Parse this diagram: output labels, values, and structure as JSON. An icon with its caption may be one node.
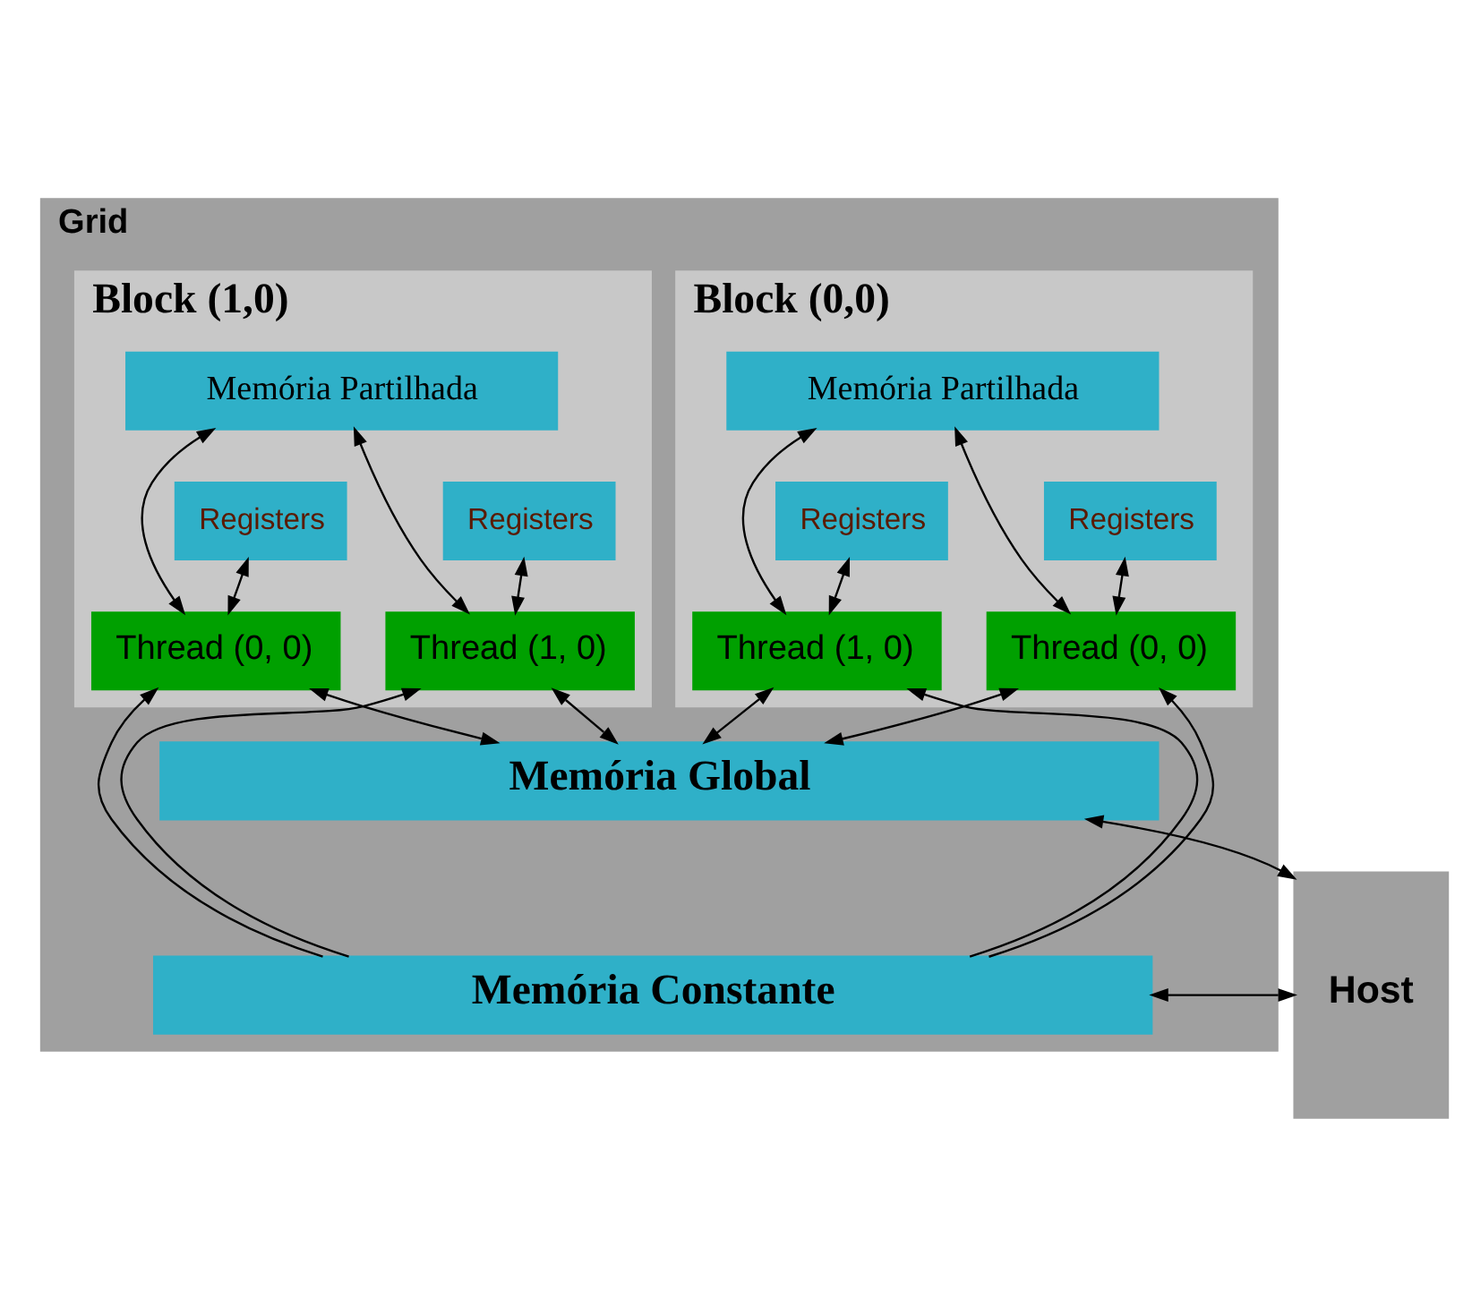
{
  "diagram": {
    "nodes": [
      {
        "text": [
          "Grid"
        ]
      },
      {
        "text": [
          "Block (0,0)"
        ],
        "in": 0
      },
      {
        "text": [
          "Memória Partilhada"
        ],
        "in": 1
      },
      {
        "text": [
          "Registers"
        ],
        "in": 1
      },
      {
        "text": [
          "Registers"
        ],
        "in": 1
      },
      {
        "text": [
          "Thread (0, 0)"
        ],
        "in": 1
      },
      {
        "text": [
          "Thread (1, 0)"
        ],
        "in": 1
      },
      {
        "text": [
          "Block (1,0)"
        ],
        "in": 0
      },
      {
        "text": [
          "Memória Partilhada"
        ],
        "in": 7
      },
      {
        "text": [
          "Registers"
        ],
        "in": 7
      },
      {
        "text": [
          "Registers"
        ],
        "in": 7
      },
      {
        "text": [
          "Thread (0, 0)"
        ],
        "in": 7
      },
      {
        "text": [
          "Thread (1, 0)"
        ],
        "in": 7
      },
      {
        "text": [
          "Memória Global"
        ],
        "in": 0
      },
      {
        "text": [
          "Memória Constante"
        ],
        "in": 0
      },
      {
        "text": [
          "Host"
        ]
      }
    ],
    "edges": [
      {
        "from": 5,
        "to": 3,
        "arrow": "both"
      },
      {
        "from": 5,
        "to": 2,
        "arrow": "both"
      },
      {
        "from": 6,
        "to": 4,
        "arrow": "both"
      },
      {
        "from": 6,
        "to": 2,
        "arrow": "both"
      },
      {
        "from": 11,
        "to": 9,
        "arrow": "both"
      },
      {
        "from": 11,
        "to": 8,
        "arrow": "both"
      },
      {
        "from": 12,
        "to": 10,
        "arrow": "both"
      },
      {
        "from": 12,
        "to": 8,
        "arrow": "both"
      },
      {
        "from": 14,
        "to": 5,
        "arrow": "to"
      },
      {
        "from": 13,
        "to": 5,
        "arrow": "both"
      },
      {
        "from": 14,
        "to": 6,
        "arrow": "to"
      },
      {
        "from": 13,
        "to": 6,
        "arrow": "both"
      },
      {
        "from": 13,
        "to": 11,
        "arrow": "both"
      },
      {
        "from": 14,
        "to": 11,
        "arrow": "to"
      },
      {
        "from": 13,
        "to": 12,
        "arrow": "both"
      },
      {
        "from": 14,
        "to": 12,
        "arrow": "to"
      },
      {
        "from": 15,
        "to": 13,
        "arrow": "both"
      },
      {
        "from": 15,
        "to": 14,
        "arrow": "both"
      }
    ]
  }
}
